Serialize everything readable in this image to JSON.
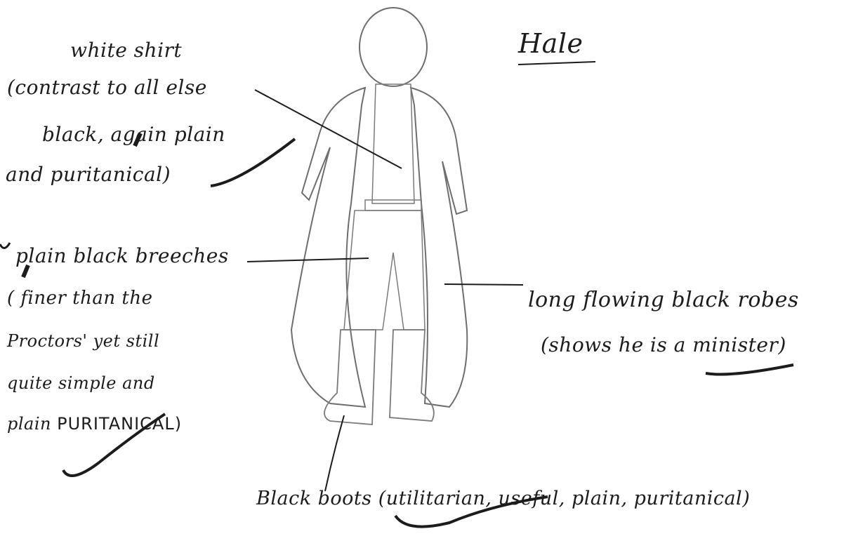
{
  "title": "Hale",
  "annotations": {
    "shirt": {
      "line1": "white shirt",
      "line2": "(contrast to all else",
      "line3": "black, again plain",
      "line4": "and puritanical)"
    },
    "breeches": {
      "line1": "plain black breeches",
      "line2": "( finer than the",
      "line3": "Proctors' yet still",
      "line4": "quite simple and",
      "line5_a": "plain ",
      "line5_b": "PURITANICAL)"
    },
    "robes": {
      "line1": "long flowing black robes",
      "line2": "(shows he is a minister)"
    },
    "boots": {
      "line1": "Black boots (utilitarian, useful, plain, puritanical)"
    }
  },
  "colors": {
    "ink": "#1c1c1c",
    "pencil": "#6e6e6e",
    "paper": "#ffffff"
  }
}
